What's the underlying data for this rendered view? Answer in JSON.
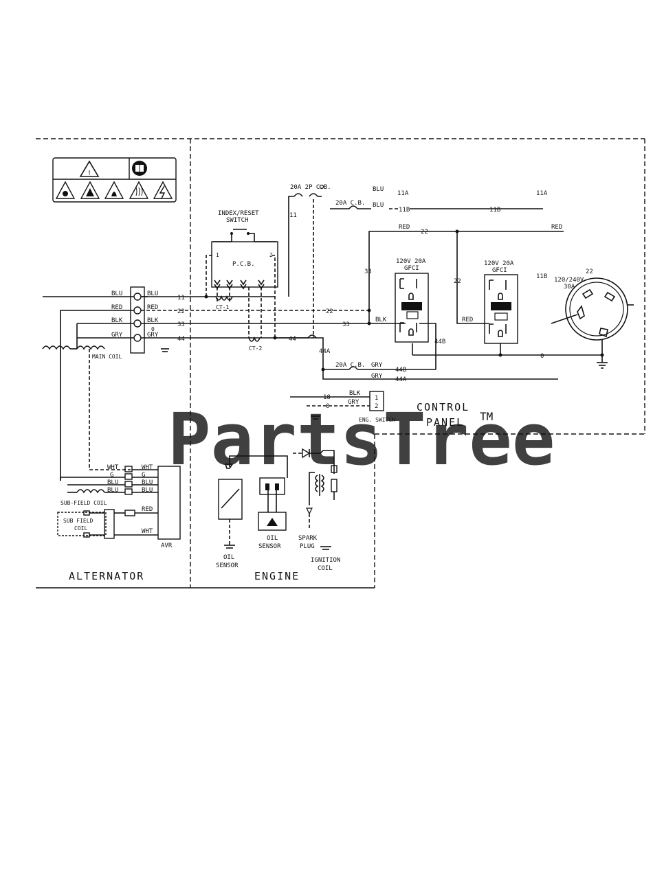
{
  "sections": {
    "alternator": "ALTERNATOR",
    "engine": "ENGINE",
    "control_panel_line1": "CONTROL",
    "control_panel_line2": "PANEL"
  },
  "watermark": {
    "text": "PartsTree",
    "tm": "TM"
  },
  "labels": {
    "index_reset_1": "INDEX/RESET",
    "index_reset_2": "SWITCH",
    "pcb": "P.C.B.",
    "ct1": "CT-1",
    "ct2": "CT-2",
    "main_coil": "MAIN COIL",
    "sub_field_coil": "SUB-FIELD COIL",
    "sub_field_coil_box_1": "SUB FIELD",
    "sub_field_coil_box_2": "COIL",
    "avr": "AVR",
    "cb_2p": "20A 2P C.B.",
    "cb_20a_top": "20A C.B.",
    "cb_20a_low": "20A C.B.",
    "gfci1_1": "120V 20A",
    "gfci1_2": "GFCI",
    "gfci2_1": "120V 20A",
    "gfci2_2": "GFCI",
    "twistlock_1": "120/240V",
    "twistlock_2": "30A",
    "eng_switch": "ENG. SWITCH",
    "oil_sensor_a_1": "OIL",
    "oil_sensor_a_2": "SENSOR",
    "oil_sensor_b_1": "OIL",
    "oil_sensor_b_2": "SENSOR",
    "spark_plug_1": "SPARK",
    "spark_plug_2": "PLUG",
    "ignition_coil_1": "IGNITION",
    "ignition_coil_2": "COIL"
  },
  "wires": {
    "blu": "BLU",
    "red": "RED",
    "blk": "BLK",
    "gry": "GRY",
    "wht": "WHT",
    "g": "G",
    "n11": "11",
    "n22": "22",
    "n33": "33",
    "n44": "44",
    "n44a": "44A",
    "n44b": "44B",
    "n11a": "11A",
    "n11b": "11B",
    "n0": "0",
    "n18": "18",
    "n2": "2",
    "n1": "1"
  }
}
